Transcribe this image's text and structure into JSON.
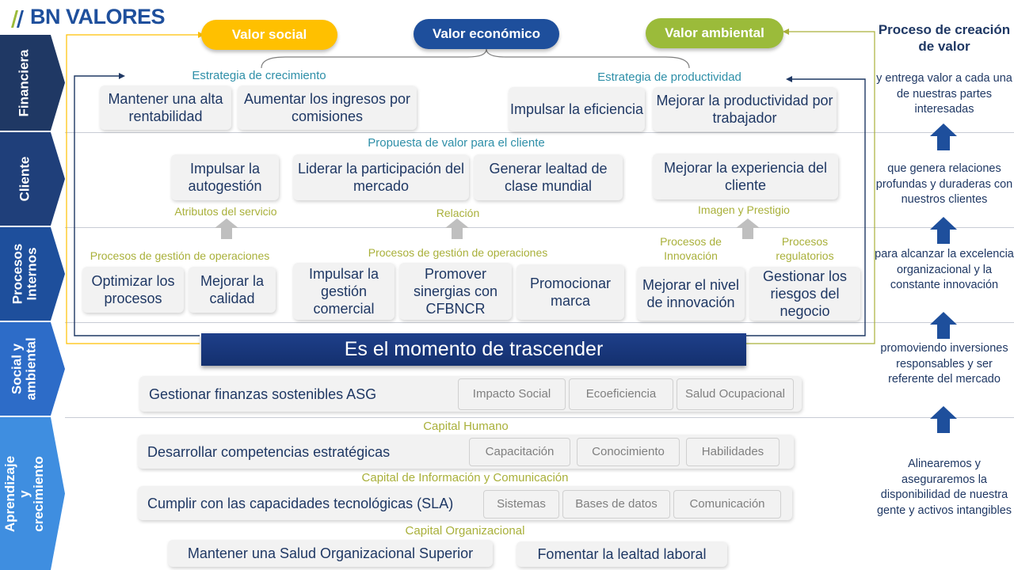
{
  "brand": {
    "name": "BN VALORES",
    "color": "#1e4f9c"
  },
  "colors": {
    "blue_dark": "#1f3864",
    "yellow": "#ffc000",
    "blue_pill": "#1e4f9c",
    "green_pill": "#9bbb3a",
    "teal_text": "#2e8fa8",
    "olive_text": "#a9b03a"
  },
  "top_values": {
    "social": "Valor social",
    "economic": "Valor económico",
    "environmental": "Valor ambiental"
  },
  "sidebar_title": "Proceso de creación de valor",
  "perspectives": {
    "financiera": "Financiera",
    "cliente": "Cliente",
    "procesos": "Procesos Internos",
    "social": "Social y ambiental",
    "aprendizaje": "Aprendizaje y crecimiento"
  },
  "financiera": {
    "strategy_growth": "Estrategia de crecimiento",
    "strategy_productivity": "Estrategia de productividad",
    "objectives": [
      "Mantener una alta rentabilidad",
      "Aumentar los ingresos por comisiones",
      "Impulsar la eficiencia",
      "Mejorar la productividad por trabajador"
    ]
  },
  "cliente": {
    "value_proposition": "Propuesta de valor para el cliente",
    "objectives": [
      "Impulsar la autogestión",
      "Liderar la participación del mercado",
      "Generar lealtad de clase mundial",
      "Mejorar la experiencia del cliente"
    ],
    "attributes": [
      "Atributos del servicio",
      "Relación",
      "Imagen y Prestigio"
    ]
  },
  "procesos": {
    "labels": {
      "ops_left": "Procesos de gestión de operaciones",
      "ops_center": "Procesos de gestión de operaciones",
      "innovation": "Procesos de Innovación",
      "regulatory": "Procesos regulatorios"
    },
    "objectives": [
      "Optimizar los procesos",
      "Mejorar la calidad",
      "Impulsar la gestión comercial",
      "Promover sinergias con CFBNCR",
      "Promocionar marca",
      "Mejorar el nivel de innovación",
      "Gestionar los riesgos del negocio"
    ]
  },
  "banner": "Es el momento de trascender",
  "social": {
    "objective": "Gestionar finanzas sostenibles ASG",
    "tags": [
      "Impacto Social",
      "Ecoeficiencia",
      "Salud Ocupacional"
    ]
  },
  "aprendizaje": {
    "human_capital": "Capital Humano",
    "objective_human": "Desarrollar competencias estratégicas",
    "tags_human": [
      "Capacitación",
      "Conocimiento",
      "Habilidades"
    ],
    "info_capital": "Capital de Información y Comunicación",
    "objective_info": "Cumplir con las capacidades tecnológicas (SLA)",
    "tags_info": [
      "Sistemas",
      "Bases de datos",
      "Comunicación"
    ],
    "org_capital": "Capital Organizacional",
    "objective_org_1": "Mantener una Salud Organizacional Superior",
    "objective_org_2": "Fomentar la lealtad laboral"
  },
  "side_steps": [
    "y entrega valor a cada una de nuestras partes interesadas",
    "que genera relaciones profundas y duraderas con nuestros clientes",
    "para alcanzar la excelencia organizacional y la constante innovación",
    "promoviendo inversiones responsables y ser referente del mercado",
    "Alinearemos y aseguraremos la disponibilidad de nuestra gente y activos intangibles"
  ]
}
